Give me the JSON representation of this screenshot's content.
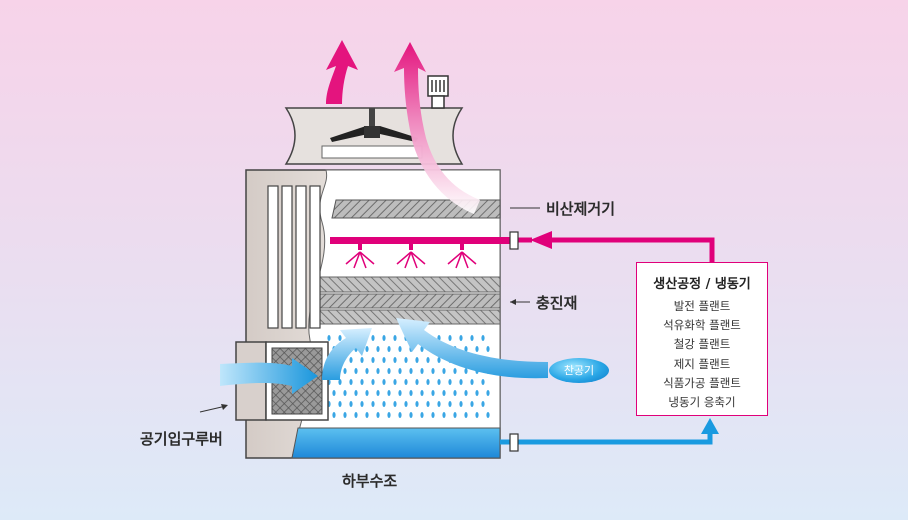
{
  "labels": {
    "drift_eliminator": "비산제거기",
    "fill": "충진재",
    "air_inlet_louver": "공기입구루버",
    "basin": "하부수조",
    "cold_air": "찬공기"
  },
  "process_box": {
    "title": "생산공정 / 냉동기",
    "items": [
      "발전 플랜트",
      "석유화학 플랜트",
      "철강 플랜트",
      "제지 플랜트",
      "식품가공 플랜트",
      "냉동기 응축기"
    ]
  },
  "colors": {
    "hot_water": "#e0007a",
    "cold_water": "#1a9ae0",
    "air_flow": "#2e9ee0",
    "hot_air": "#e4147e",
    "casing": "#d8d0cc"
  }
}
